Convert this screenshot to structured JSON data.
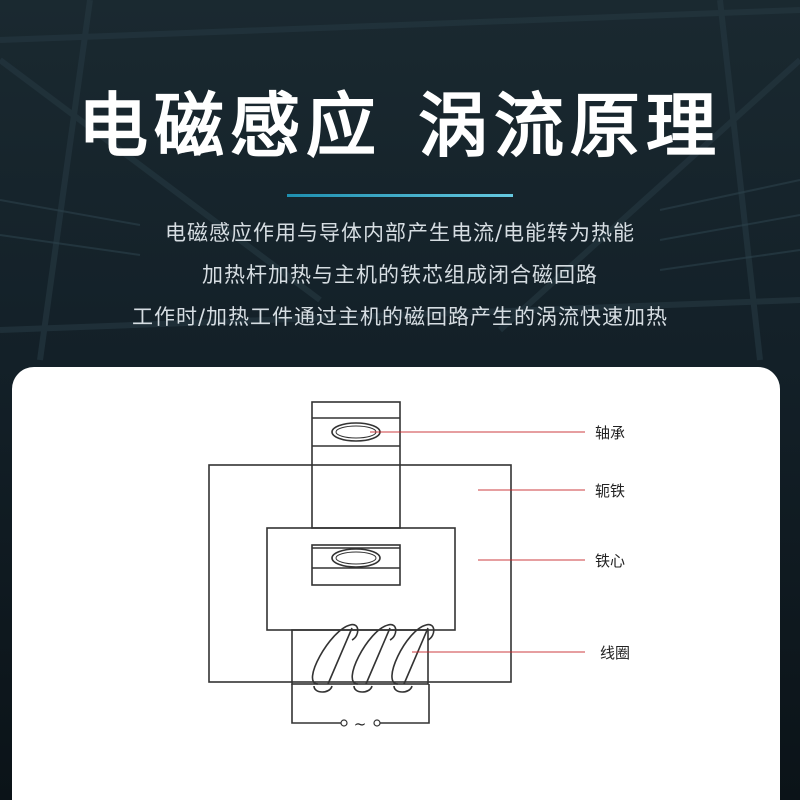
{
  "header": {
    "title_part1": "电磁感应",
    "title_part2": "涡流原理"
  },
  "description": [
    "电磁感应作用与导体内部产生电流/电能转为热能",
    "加热杆加热与主机的铁芯组成闭合磁回路",
    "工作时/加热工件通过主机的磁回路产生的涡流快速加热"
  ],
  "diagram": {
    "labels": {
      "bearing": "轴承",
      "yoke": "轭铁",
      "core": "铁心",
      "coil": "线圈",
      "ac_symbol": "~"
    }
  },
  "colors": {
    "accent": "#1e8fb0",
    "leader_line": "#c8282d",
    "background": "#0f1a21"
  }
}
